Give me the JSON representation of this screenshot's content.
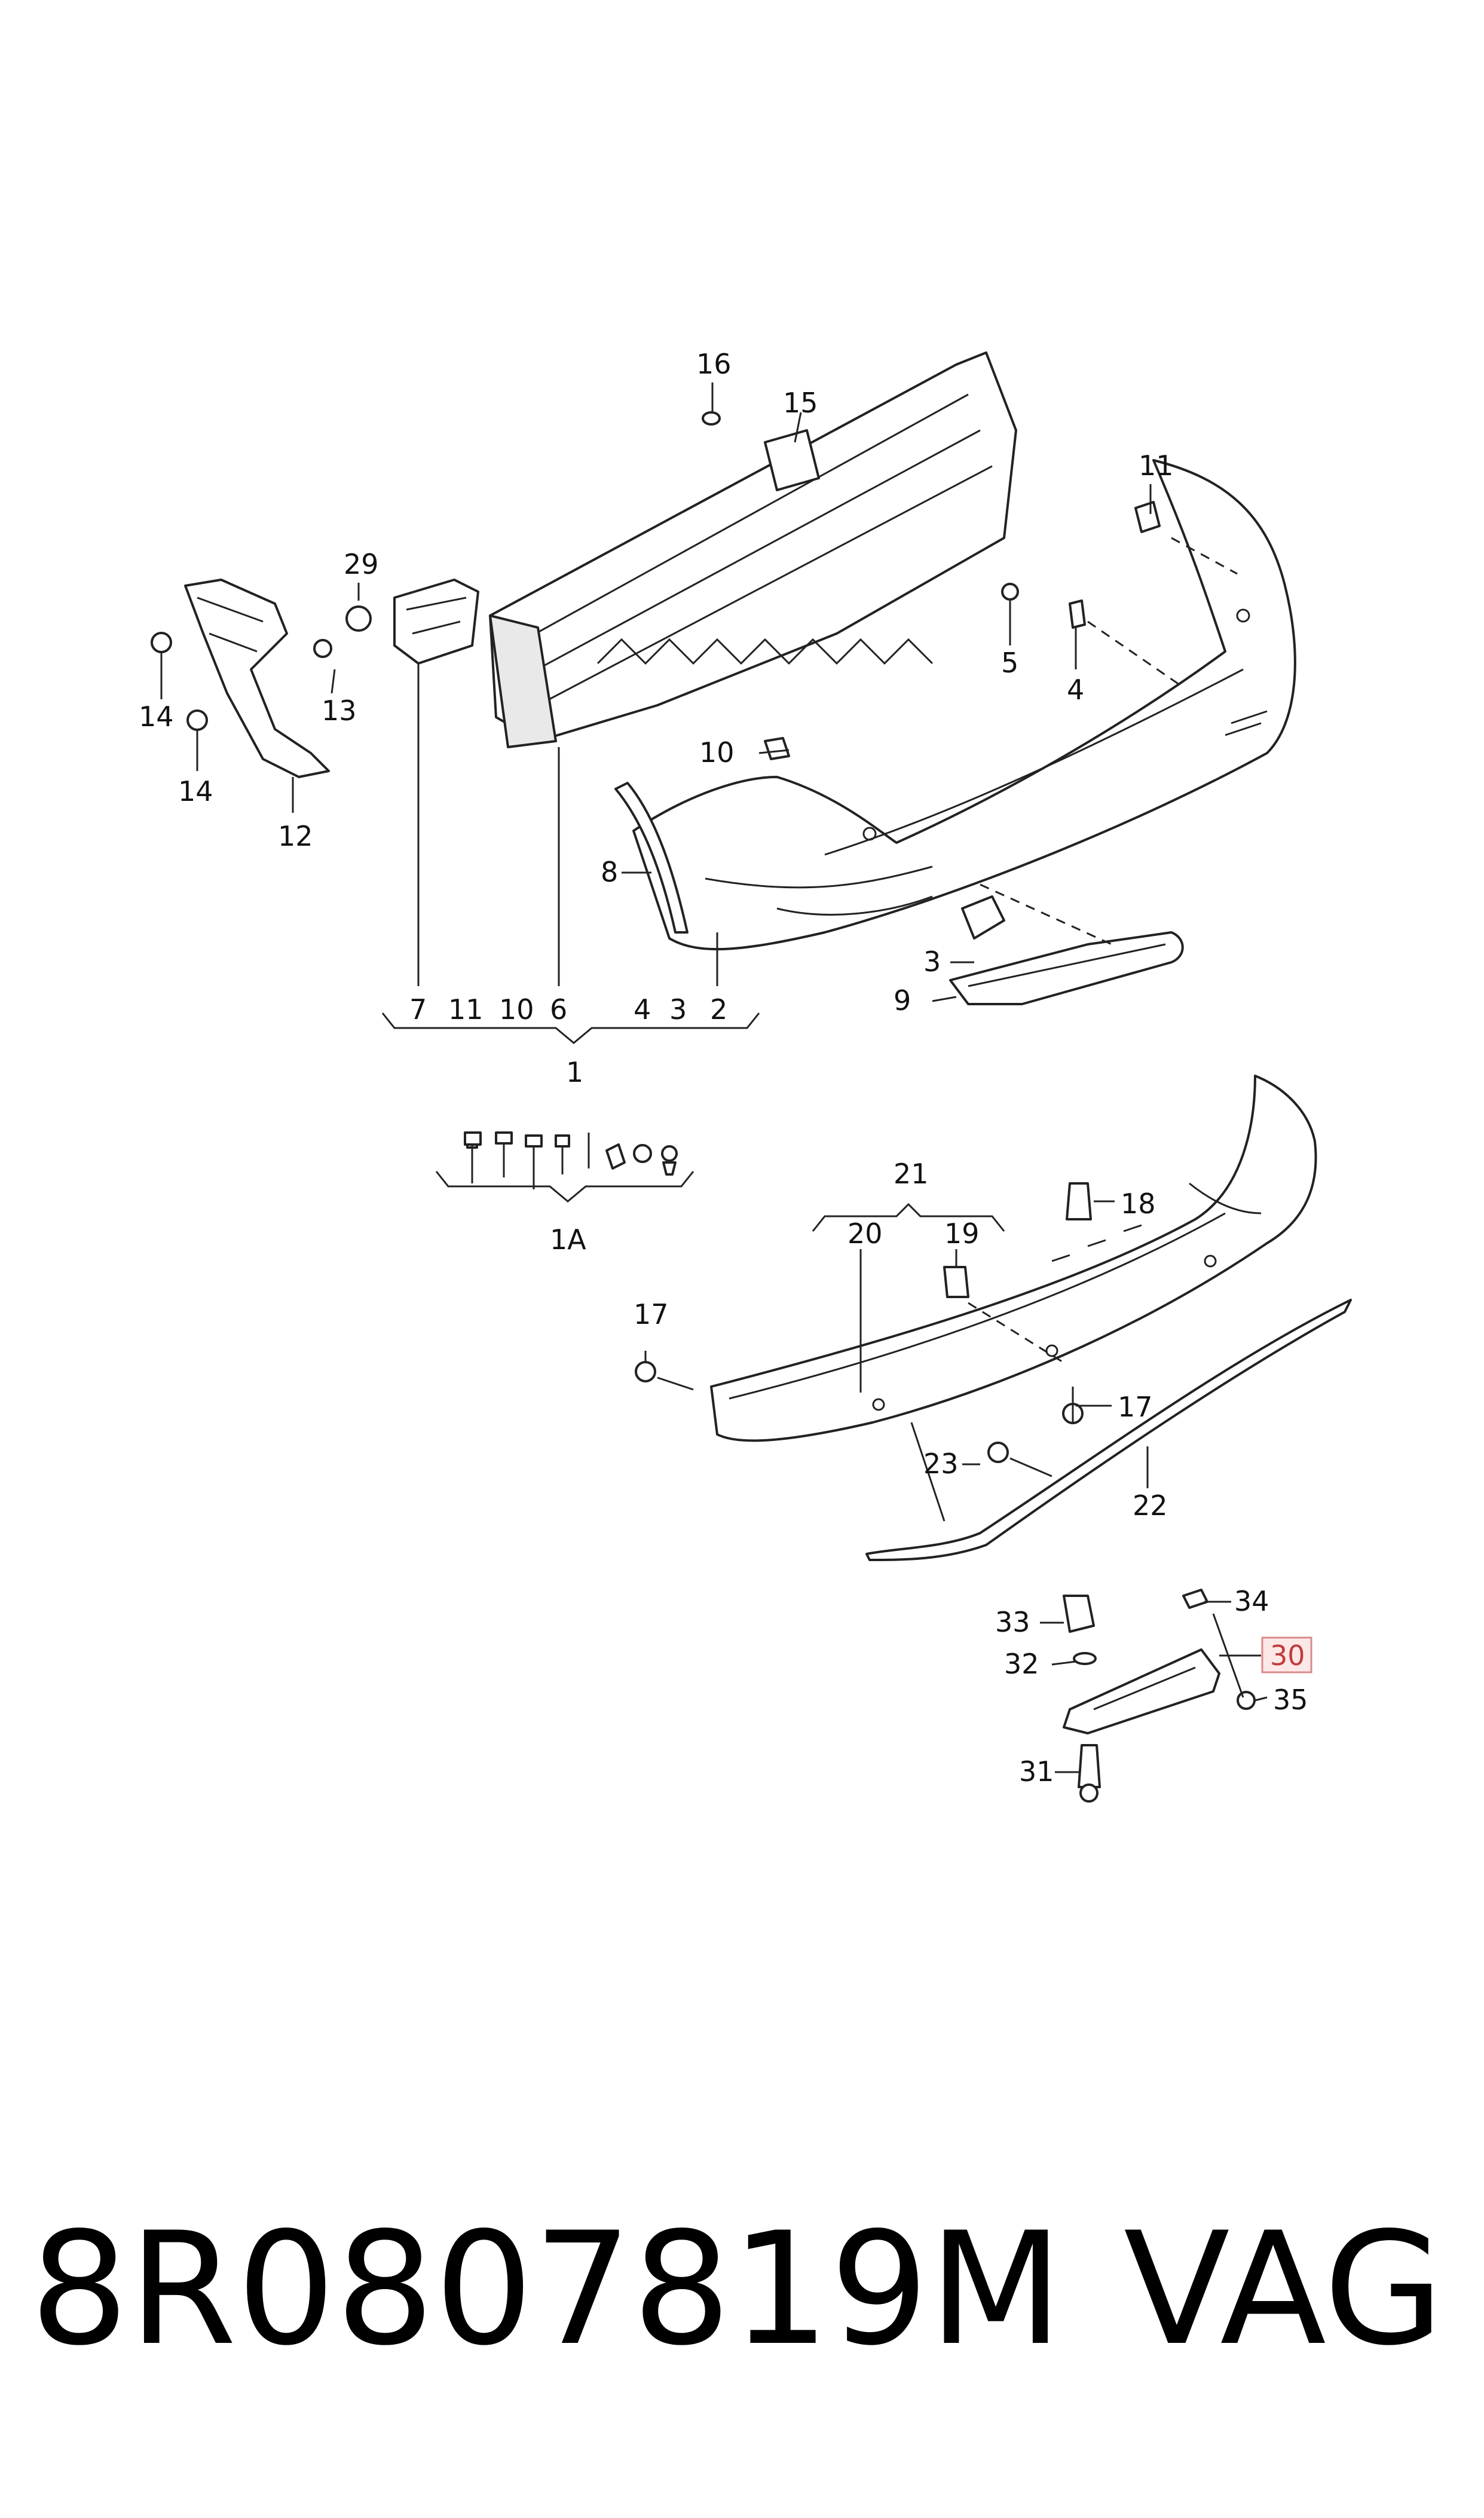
{
  "diagram": {
    "group_labels": {
      "g1": "1",
      "g1a": "1A",
      "g21": "21"
    },
    "bracket_numbers_1": [
      "7",
      "11",
      "10",
      "6",
      "4",
      "3",
      "2"
    ],
    "callouts": {
      "c2": "2",
      "c3": "3",
      "c4": "4",
      "c5": "5",
      "c8": "8",
      "c9": "9",
      "c10": "10",
      "c11": "11",
      "c12": "12",
      "c13": "13",
      "c14a": "14",
      "c14b": "14",
      "c15": "15",
      "c16": "16",
      "c17a": "17",
      "c17b": "17",
      "c18": "18",
      "c19": "19",
      "c20": "20",
      "c22": "22",
      "c23": "23",
      "c29": "29",
      "c30": "30",
      "c31": "31",
      "c32": "32",
      "c33": "33",
      "c34": "34",
      "c35": "35"
    },
    "highlighted_callout": "30",
    "highlight_color": "#c23b3b"
  },
  "footer": {
    "part_number": "8R0807819M",
    "brand": "VAG"
  }
}
